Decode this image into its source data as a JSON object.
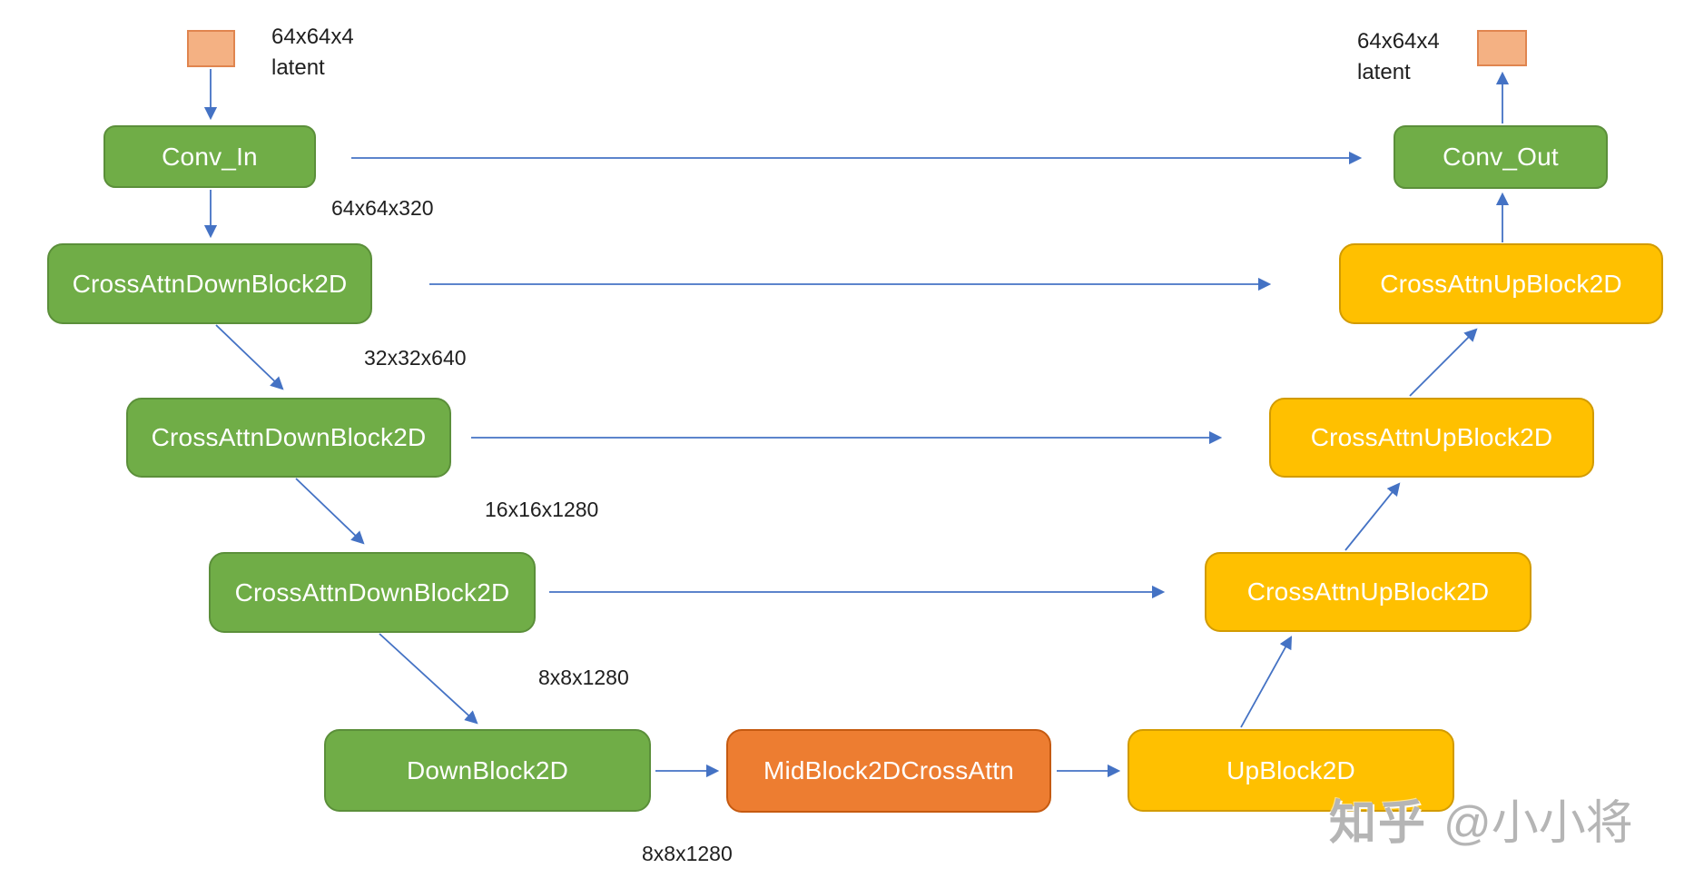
{
  "nodes": {
    "conv_in": "Conv_In",
    "down1": "CrossAttnDownBlock2D",
    "down2": "CrossAttnDownBlock2D",
    "down3": "CrossAttnDownBlock2D",
    "down4": "DownBlock2D",
    "mid": "MidBlock2DCrossAttn",
    "up4": "UpBlock2D",
    "up3": "CrossAttnUpBlock2D",
    "up2": "CrossAttnUpBlock2D",
    "up1": "CrossAttnUpBlock2D",
    "conv_out": "Conv_Out"
  },
  "annotations": {
    "latent_in_line1": "64x64x4",
    "latent_in_line2": "latent",
    "latent_out_line1": "64x64x4",
    "latent_out_line2": "latent",
    "dim_64": "64x64x320",
    "dim_32": "32x32x640",
    "dim_16": "16x16x1280",
    "dim_8a": "8x8x1280",
    "dim_8b": "8x8x1280"
  },
  "watermark": {
    "brand": "知乎",
    "handle": "@小小将"
  },
  "colors": {
    "green": "#70AD47",
    "green_border": "#5B8F3A",
    "yellow": "#FFC000",
    "yellow_border": "#D29B00",
    "orange": "#ED7D31",
    "orange_border": "#C55A11",
    "latent": "#F4B183",
    "latent_border": "#E0854F",
    "arrow": "#4472C4",
    "node_text": "#FFFFFF",
    "label_text": "#1F1F1F",
    "watermark": "#B5B5B5"
  }
}
